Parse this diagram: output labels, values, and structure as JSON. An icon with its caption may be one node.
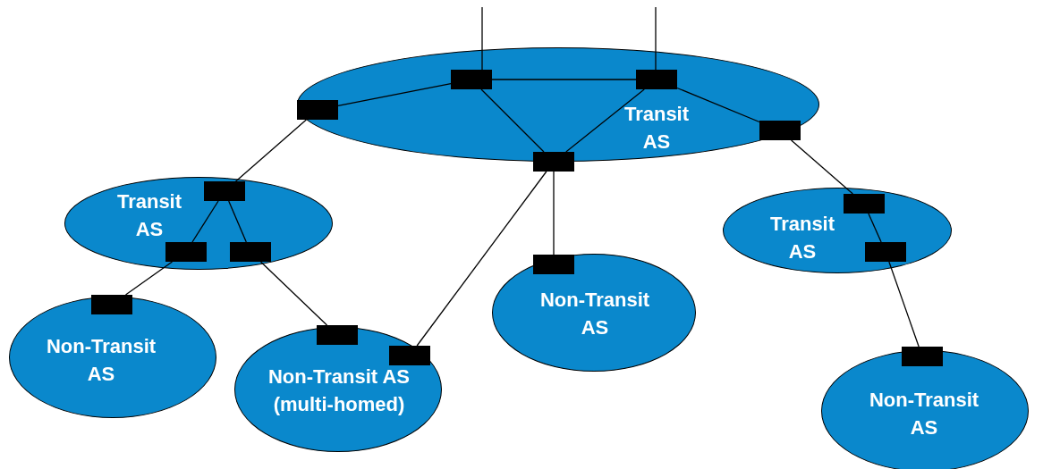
{
  "diagram": {
    "nodes": [
      {
        "text": [
          "Transit AS"
        ]
      },
      {
        "text": [
          "Transit AS"
        ]
      },
      {
        "text": [
          "Transit AS"
        ]
      },
      {
        "text": [
          "Non-Transit AS"
        ]
      },
      {
        "text": [
          "Non-Transit AS"
        ]
      },
      {
        "text": [
          "Non-Transit AS (multi-homed)"
        ]
      },
      {
        "text": [
          "Non-Transit AS"
        ]
      },
      {
        "text": [],
        "shape": "box",
        "in": 0
      },
      {
        "text": [],
        "shape": "box",
        "in": 0
      },
      {
        "text": [],
        "shape": "box",
        "in": 0
      },
      {
        "text": [],
        "shape": "box",
        "in": 0
      },
      {
        "text": [],
        "shape": "box",
        "in": 0
      },
      {
        "text": [],
        "shape": "box",
        "in": 1
      },
      {
        "text": [],
        "shape": "box",
        "in": 2
      },
      {
        "text": [],
        "shape": "box",
        "in": 1
      },
      {
        "text": [],
        "shape": "box",
        "in": 1
      },
      {
        "text": [],
        "shape": "box",
        "in": 2
      },
      {
        "text": [],
        "shape": "box",
        "in": 4
      },
      {
        "text": [],
        "shape": "box",
        "in": 3
      },
      {
        "text": [],
        "shape": "box",
        "in": 5
      },
      {
        "text": [],
        "shape": "box",
        "in": 5
      },
      {
        "text": [],
        "shape": "box",
        "in": 6
      }
    ],
    "edges": [
      {
        "from": 7,
        "to": null,
        "arrow": "none"
      },
      {
        "from": 8,
        "to": null,
        "arrow": "none"
      },
      {
        "from": 7,
        "to": 8,
        "arrow": "none"
      },
      {
        "from": 7,
        "to": 9,
        "arrow": "none"
      },
      {
        "from": 7,
        "to": 11,
        "arrow": "none"
      },
      {
        "from": 8,
        "to": 11,
        "arrow": "none"
      },
      {
        "from": 8,
        "to": 10,
        "arrow": "none"
      },
      {
        "from": 9,
        "to": 12,
        "arrow": "none"
      },
      {
        "from": 10,
        "to": 13,
        "arrow": "none"
      },
      {
        "from": 11,
        "to": 18,
        "arrow": "none"
      },
      {
        "from": 11,
        "to": 20,
        "arrow": "none"
      },
      {
        "from": 12,
        "to": 14,
        "arrow": "none"
      },
      {
        "from": 12,
        "to": 15,
        "arrow": "none"
      },
      {
        "from": 14,
        "to": 17,
        "arrow": "none"
      },
      {
        "from": 15,
        "to": 19,
        "arrow": "none"
      },
      {
        "from": 13,
        "to": 16,
        "arrow": "none"
      },
      {
        "from": 16,
        "to": 21,
        "arrow": "none"
      }
    ]
  }
}
